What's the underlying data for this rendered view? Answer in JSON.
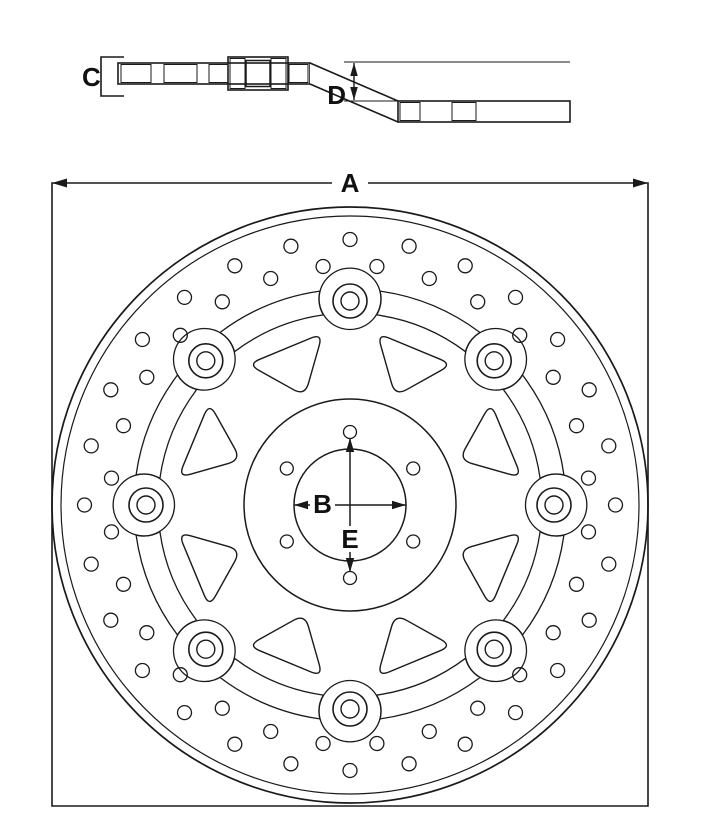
{
  "diagram": {
    "labels": {
      "outer_diameter": "A",
      "center_bore": "B",
      "thickness": "C",
      "offset": "D",
      "bolt_circle": "E"
    },
    "counts": {
      "float_buttons": 8,
      "bolt_holes": 6,
      "drill_holes_outer_ring": 28,
      "drill_holes_inner_ring": 28
    },
    "colors": {
      "line": "#1a1a1a",
      "background": "#ffffff"
    }
  }
}
